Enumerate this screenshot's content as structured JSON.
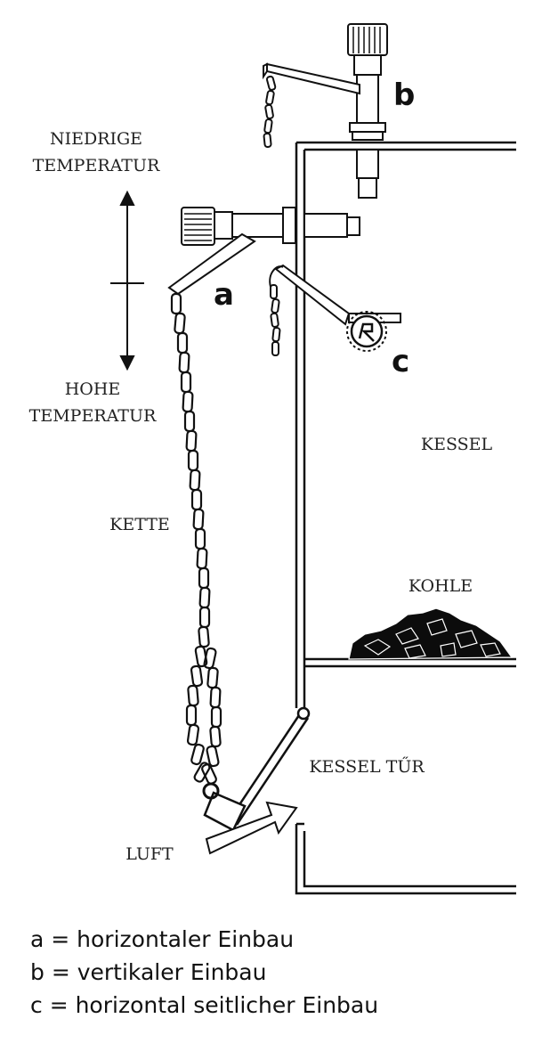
{
  "labels": {
    "low_temp_line1": "NIEDRIGE",
    "low_temp_line2": "TEMPERATUR",
    "high_temp_line1": "HOHE",
    "high_temp_line2": "TEMPERATUR",
    "chain": "KETTE",
    "boiler": "KESSEL",
    "coal": "KOHLE",
    "boiler_door": "KESSEL TŰR",
    "air": "LUFT"
  },
  "mount_letters": {
    "a": "a",
    "b": "b",
    "c": "c"
  },
  "legend": [
    "a = horizontaler Einbau",
    "b = vertikaler Einbau",
    "c = horizontal seitlicher Einbau"
  ]
}
